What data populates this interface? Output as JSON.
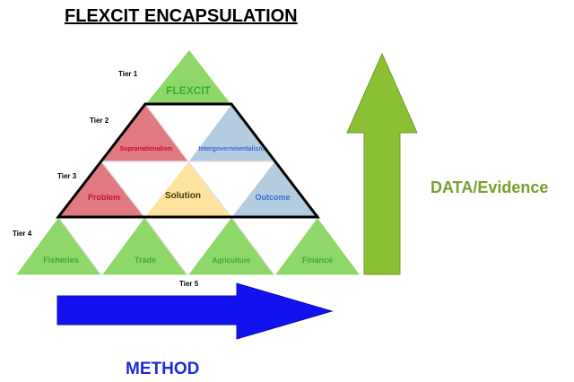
{
  "title": "FLEXCIT ENCAPSULATION",
  "tiers": {
    "tier1": "Tier 1",
    "tier2": "Tier 2",
    "tier3": "Tier 3",
    "tier4": "Tier 4",
    "tier5": "Tier 5"
  },
  "cells": {
    "flexcit": "FLEXCIT",
    "supranationalism": "Supranationalism",
    "intergovernmentalism": "Intergovernmentalism",
    "problem": "Problem",
    "solution": "Solution",
    "outcome": "Outcome",
    "fisheries": "Fisheries",
    "trade": "Trade",
    "agriculture": "Agriculture",
    "finance": "Finance"
  },
  "data_evidence": "DATA/Evidence",
  "method": "METHOD",
  "colors": {
    "green": "#8ed86a",
    "green_text": "#3fa830",
    "red": "#e07a80",
    "red_text": "#c8102e",
    "yellow": "#fde39d",
    "blue": "#b3cce0",
    "blue_text": "#3a6fd8",
    "up_arrow": "#8bc034",
    "data_text": "#77a02c",
    "method_arrow": "#1212f0",
    "method_text": "#1b2bdc"
  }
}
